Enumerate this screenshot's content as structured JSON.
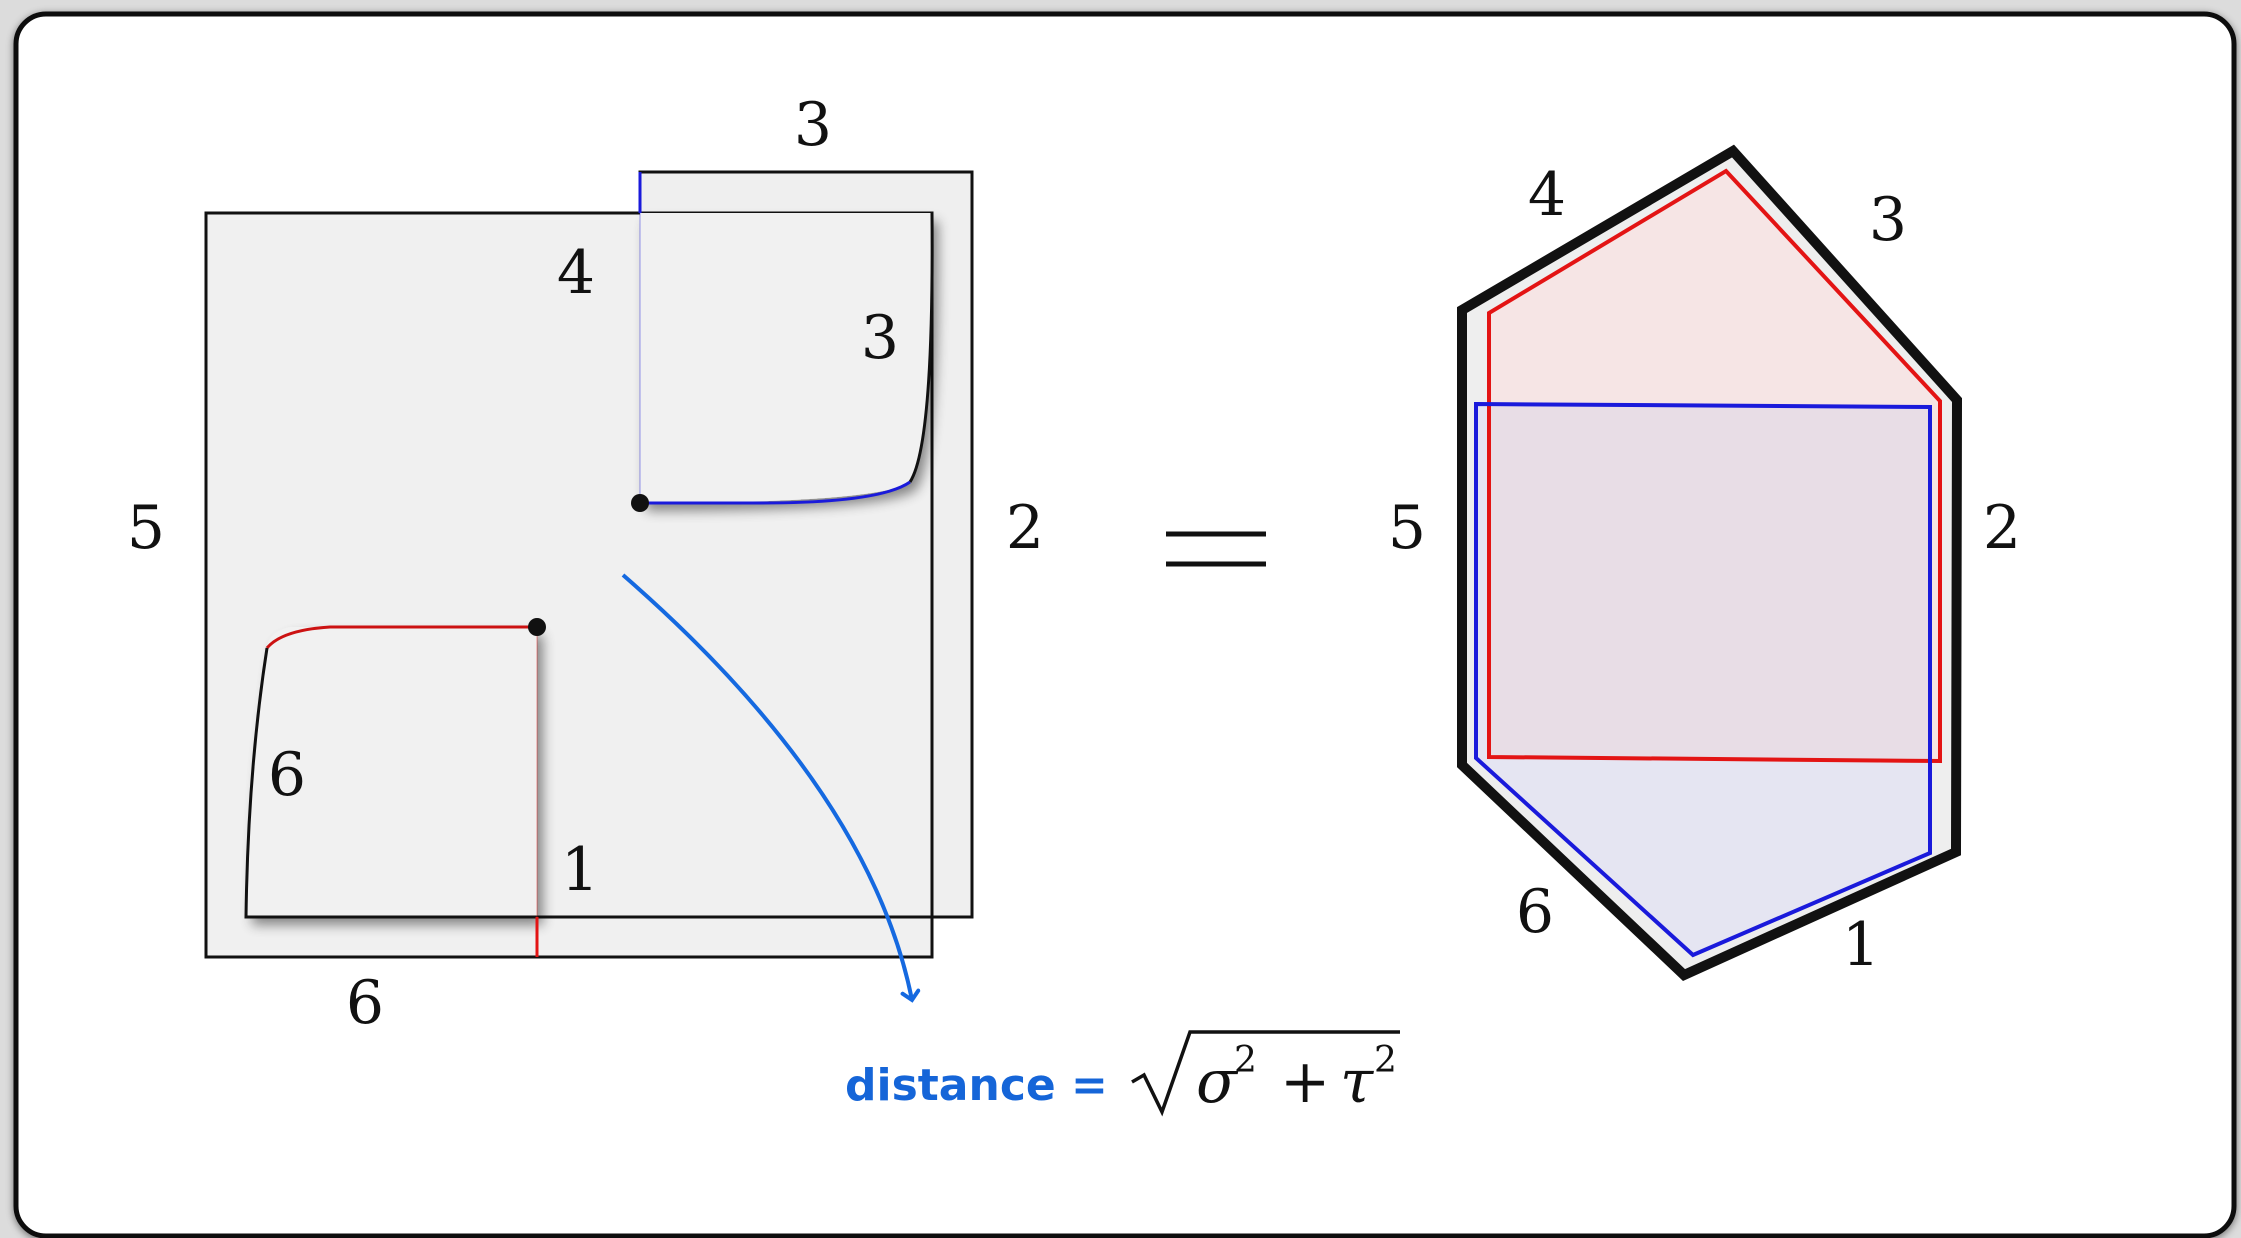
{
  "left_diagram": {
    "outer_labels": {
      "top": "3",
      "right": "2",
      "left": "5",
      "bottom": "6",
      "inner_bottom": "1"
    },
    "inner_labels": {
      "upper_left": "4",
      "upper_right": "3",
      "lower_left": "6"
    }
  },
  "equals_sign": "=",
  "right_diagram": {
    "edge_labels": [
      "4",
      "3",
      "5",
      "2",
      "6",
      "1"
    ]
  },
  "formula": {
    "label": "distance =",
    "sigma": "σ",
    "tau": "τ",
    "exponent": "2",
    "plus": "+"
  },
  "colors": {
    "red": "#e31414",
    "blue": "#1a1adb",
    "arrow": "#1569e0",
    "panel_fill": "#f0f0f0"
  }
}
